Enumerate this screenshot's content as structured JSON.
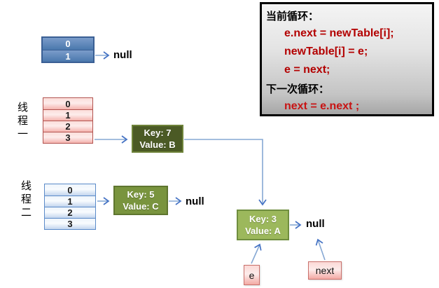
{
  "code_panel": {
    "line1": "当前循环：",
    "line2": "e.next = newTable[i];",
    "line3": "newTable[i] = e;",
    "line4": "e = next;",
    "line5": "下一次循环：",
    "line6": "next = e.next ;"
  },
  "threads": {
    "thread1_label": "线程一",
    "thread2_label": "线程二"
  },
  "tables": {
    "new_table": {
      "cells": [
        "0",
        "1"
      ]
    },
    "thread1_table": {
      "cells": [
        "0",
        "1",
        "2",
        "3"
      ]
    },
    "thread2_table": {
      "cells": [
        "0",
        "1",
        "2",
        "3"
      ]
    }
  },
  "nodes": {
    "key7": {
      "key": "Key: 7",
      "value": "Value: B"
    },
    "key5": {
      "key": "Key: 5",
      "value": "Value: C"
    },
    "key3": {
      "key": "Key: 3",
      "value": "Value: A"
    }
  },
  "pointers": {
    "e": "e",
    "next": "next"
  },
  "null_labels": {
    "after_new_table": "null",
    "after_key5": "null",
    "after_key3": "null"
  },
  "colors": {
    "arrow_line": "#86a8d4",
    "arrow_head": "#4472c4",
    "new_table_fill": "#4f81bd",
    "pink_fill": "#f5b3ae",
    "pink_border": "#b25450",
    "light_blue_fill": "#c3d6ee",
    "key7_fill": "#4b5a25",
    "key5_fill": "#79943e",
    "key3_fill": "#9cb85c",
    "code_red": "#b30000",
    "code_black": "#000000"
  }
}
